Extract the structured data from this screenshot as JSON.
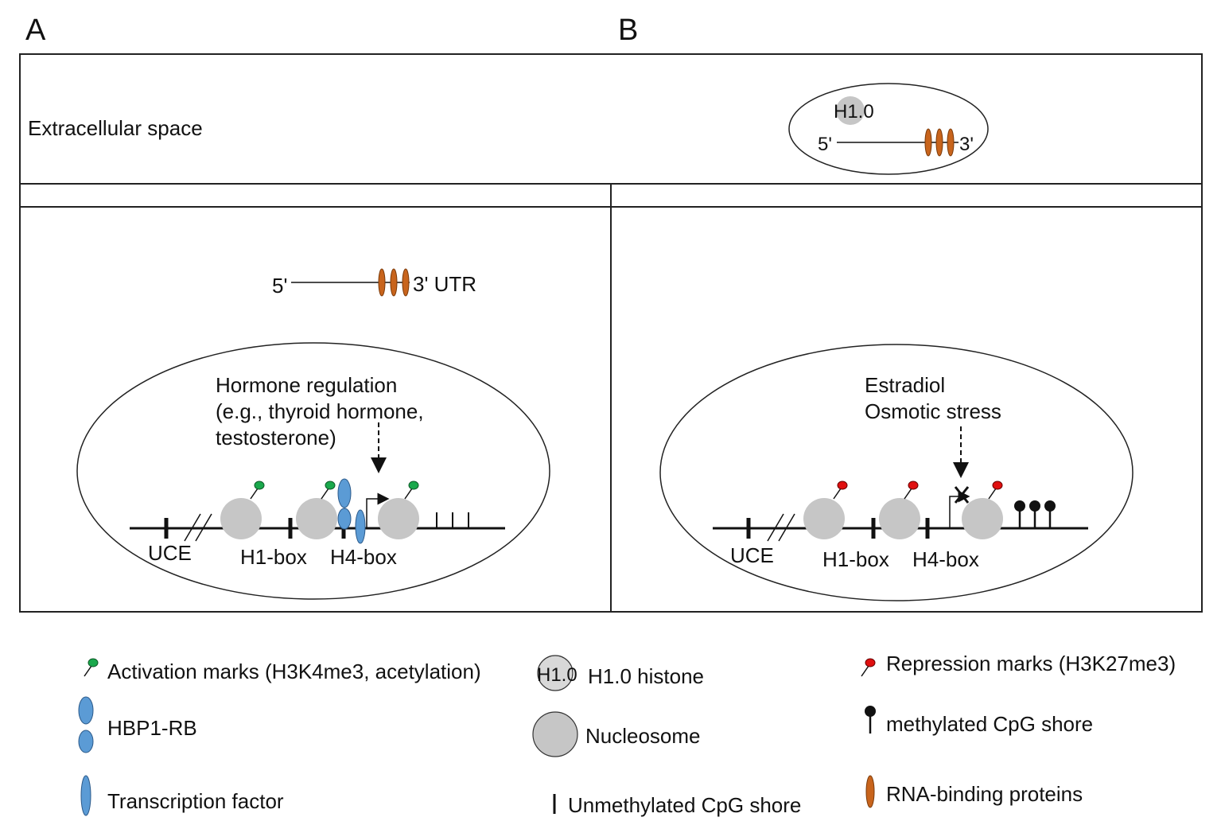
{
  "panels": {
    "a_letter": "A",
    "b_letter": "B"
  },
  "extracellular": {
    "label": "Extracellular space",
    "vesicle": {
      "histone": "H1.0",
      "five_prime": "5'",
      "three_prime": "3'"
    }
  },
  "panel_a": {
    "mrna": {
      "five_prime": "5'",
      "three_prime": "3' UTR"
    },
    "stimulus": [
      "Hormone regulation",
      "(e.g., thyroid hormone,",
      "testosterone)"
    ],
    "labels": {
      "uce": "UCE",
      "h1box": "H1-box",
      "h4box": "H4-box"
    }
  },
  "panel_b": {
    "stimulus": [
      "Estradiol",
      "Osmotic stress"
    ],
    "labels": {
      "uce": "UCE",
      "h1box": "H1-box",
      "h4box": "H4-box"
    }
  },
  "legend": {
    "activation": "Activation marks (H3K4me3, acetylation)",
    "hbp1": "HBP1-RB",
    "tf": "Transcription factor",
    "h10_icon": "H1.0",
    "h10": "H1.0 histone",
    "nucleosome": "Nucleosome",
    "unmethylated": "Unmethylated CpG shore",
    "repression": "Repression marks (H3K27me3)",
    "methylated": "methylated CpG shore",
    "rbp": "RNA-binding proteins"
  },
  "colors": {
    "activation_mark": "#1aa84c",
    "repression_mark": "#e01010",
    "hbp1_blue": "#5b9bd5",
    "rbp_orange": "#c8641c",
    "nucleosome_gray": "#c6c6c6"
  }
}
